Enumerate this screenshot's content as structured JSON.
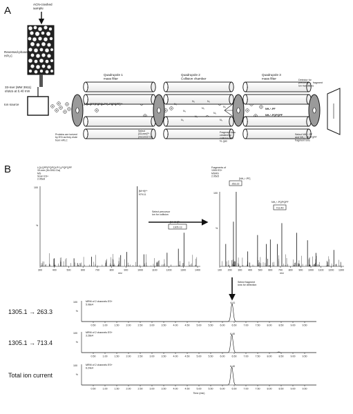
{
  "panel_a": {
    "label": "A",
    "sample_label": "ACN-crashed\nsample",
    "hplc_label": "Reversed-phase\nHPLC",
    "elution_label": "33-mer (MW 3911)\nelutes at 6.40 min",
    "ion_source_label": "Ion source",
    "ionize_label": "Proteins are ionized\nby ESI as they elute\nfrom HPLC",
    "q1_label": "Quadrupole 1\nmass filter",
    "q2_label": "Quadrupole 2\nCollision chamber",
    "q3_label": "Quadrupole 3\nmass filter",
    "detector_label": "Detector for\nprecursor → fragment\nion transitions",
    "precursor_ion_label": "[LQLQPF(PQPQLPY)₃PQPQPF]³⁺",
    "select_precursor_label": "Select\n[33-mer]³⁺\nprecursor ion",
    "fragment_label": "Fragment ions\ncreated by\ncollision with\nN₂ gas",
    "fragment_ion_1": "NH₄⁺-PF",
    "fragment_ion_2": "NH₄⁺-PQPQPF",
    "select_fragments_label": "Select NH₄⁺-PF\nand NH₄⁺-PQPQPF\nfragment ions",
    "gas_symbol": "N₂"
  },
  "panel_b": {
    "label": "B",
    "ms_header": "LQLQPF(PQPQLPY)₃PQPQPF\n33-mer (M=3911 Da)\nMS\nScan ES+\n2.95e8",
    "msms_header": "Fragments of\n1305 ES+\nMSMS\n2.95e5",
    "annot_3plus": "[M+3H]³⁺",
    "annot_4plus": "[M+H]⁴⁺\n979.11",
    "annot_1305": "1305.13",
    "annot_nh4pf": "[NH₄⁺-PF]",
    "annot_263": "263.22",
    "annot_nh4pq": "NH₄⁺-PQPQPF",
    "annot_713": "713.40",
    "select_precursor_text": "Select precursor\nion for collision",
    "select_fragment_text": "Select fragment\nions for detection",
    "axis_xlabel": "m/z",
    "axis_ylabel": "%",
    "ms_ticks": [
      "300",
      "400",
      "500",
      "600",
      "700",
      "800",
      "900",
      "1000",
      "1100",
      "1200",
      "1300",
      "1400"
    ],
    "msms_ticks": [
      "100",
      "200",
      "300",
      "400",
      "500",
      "600",
      "700",
      "800",
      "900",
      "1000",
      "1100",
      "1200",
      "1300"
    ],
    "trace_ticks": [
      "0.50",
      "1.00",
      "1.50",
      "2.00",
      "2.50",
      "3.00",
      "3.50",
      "4.00",
      "4.50",
      "5.00",
      "5.50",
      "6.00",
      "6.50",
      "7.00",
      "7.50",
      "8.00",
      "8.50",
      "9.00",
      "9.50"
    ],
    "time_label": "Time (min)",
    "traces": [
      {
        "transition": "1305.1 → 263.3",
        "header": "MRM of 2 channels ES+\n5.08e4",
        "peak_label": "6.41"
      },
      {
        "transition": "1305.1 → 713.4",
        "header": "MRM of 2 channels ES+\n3.28e4",
        "peak_label": "6.40"
      },
      {
        "transition": "Total ion current",
        "header": "MRM of 2 channels ES+\n6.24e4",
        "peak_label": "6.40"
      }
    ]
  }
}
